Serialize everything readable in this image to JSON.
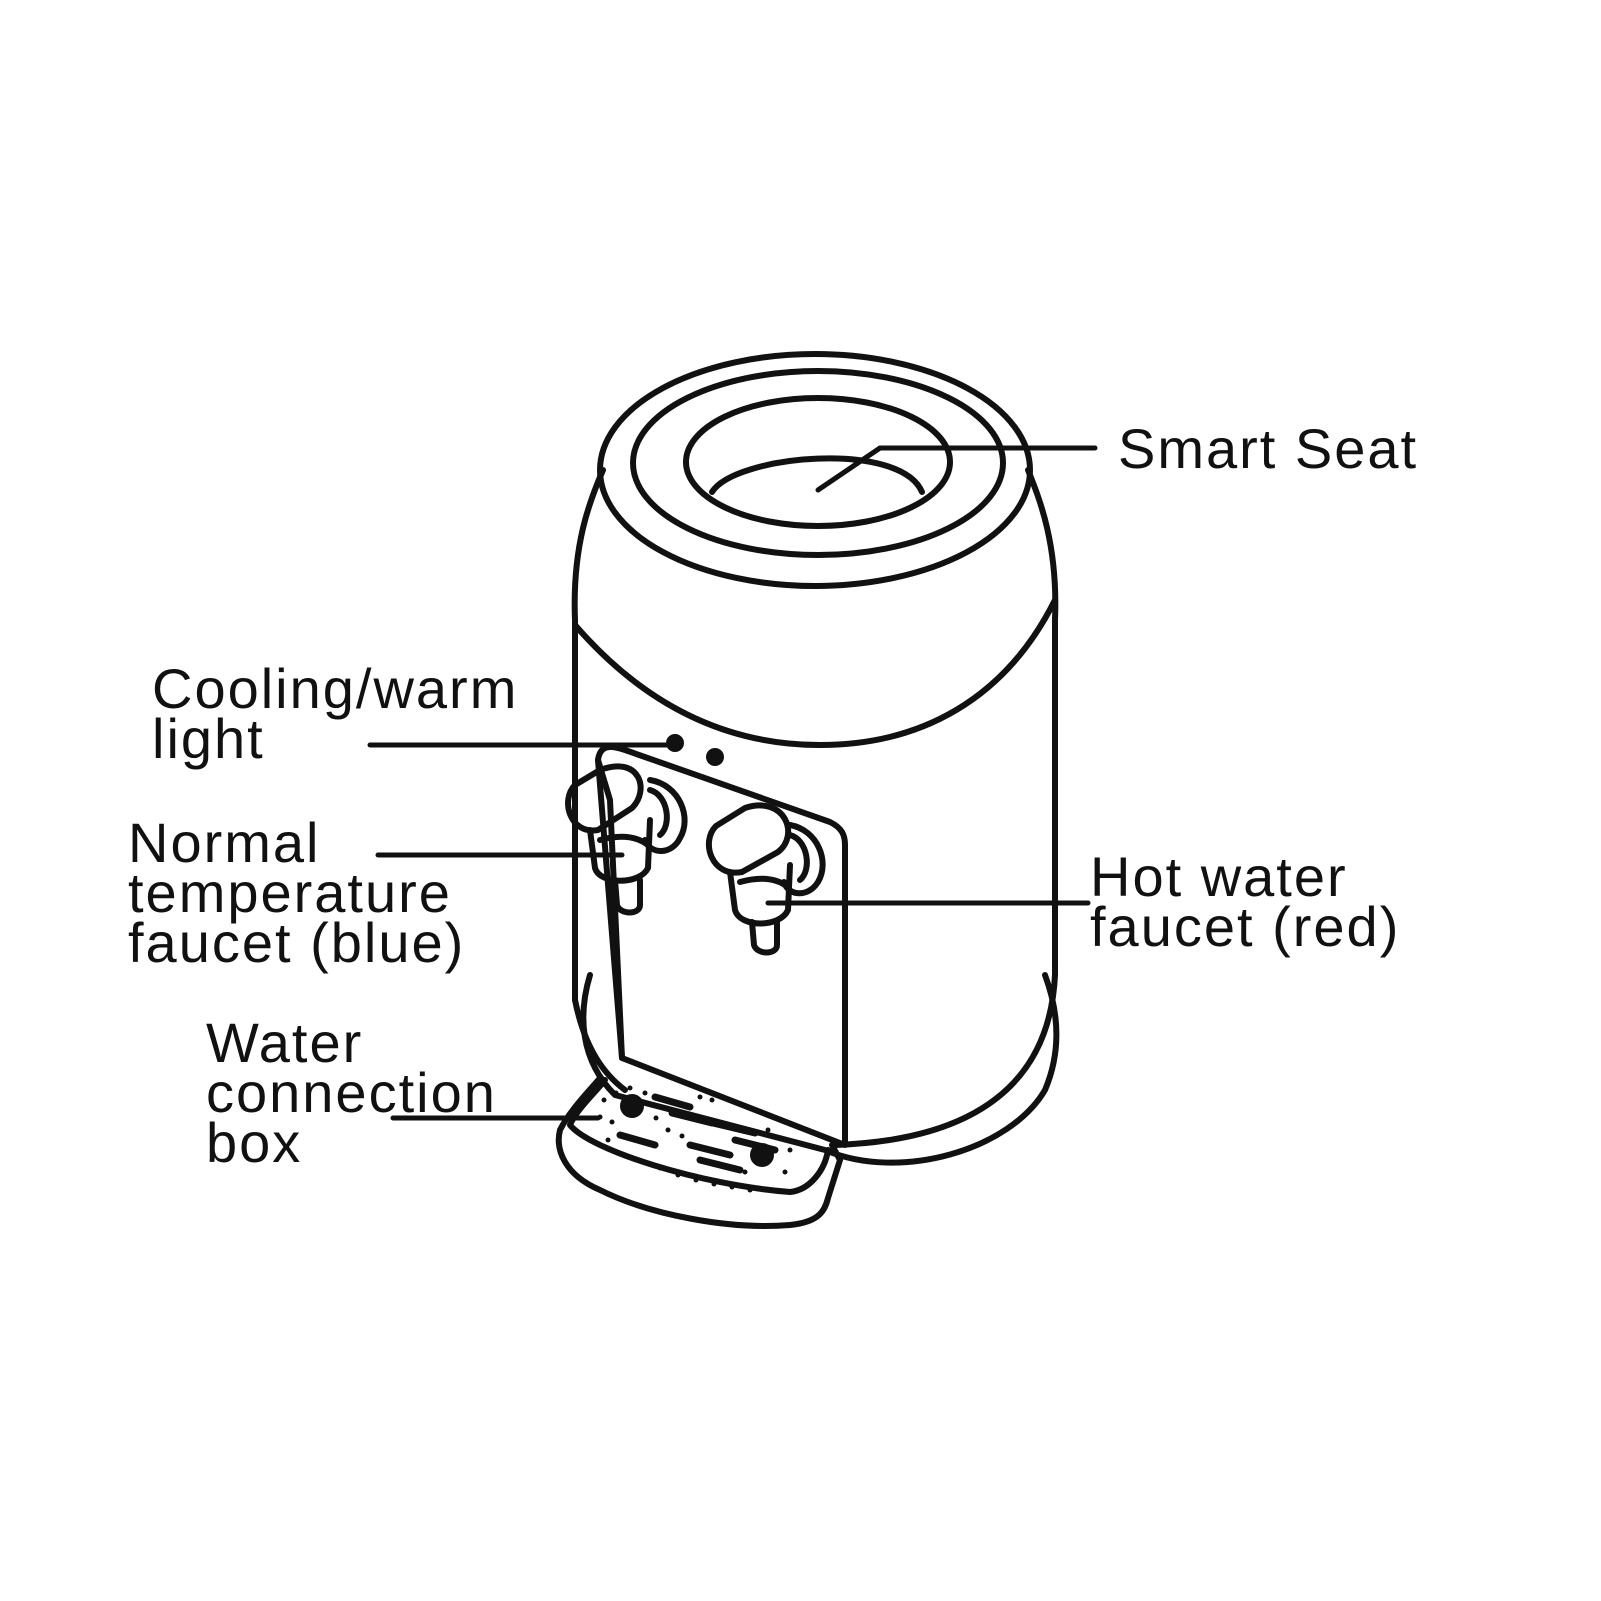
{
  "labels": {
    "smart_seat": {
      "lines": [
        "Smart Seat"
      ]
    },
    "cooling_light": {
      "lines": [
        "Cooling/warm",
        "light"
      ]
    },
    "normal_faucet": {
      "lines": [
        "Normal",
        "temperature",
        "faucet (blue)"
      ]
    },
    "hot_faucet": {
      "lines": [
        "Hot water",
        "faucet (red)"
      ]
    },
    "water_box": {
      "lines": [
        "Water",
        "connection",
        "box"
      ]
    }
  },
  "colors": {
    "stroke": "#111111",
    "background": "#ffffff"
  }
}
